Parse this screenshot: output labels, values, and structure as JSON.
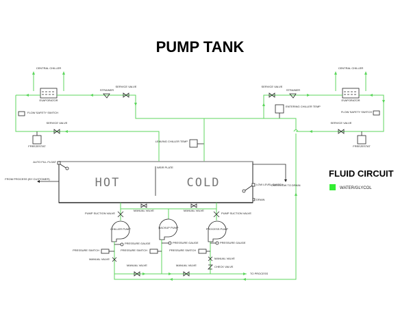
{
  "title": "PUMP TANK",
  "legend": {
    "title": "FLUID CIRCUIT",
    "items": [
      {
        "label": "WATER/GLYCOL",
        "color": "#33ee33"
      }
    ]
  },
  "colors": {
    "fluid_line": "#5cd65c",
    "line": "#222222"
  },
  "tank": {
    "hot_label": "HOT",
    "cold_label": "COLD",
    "weir_plate": "WEIR PLATE"
  },
  "left_chiller": {
    "chiller": "CENTRAL CHILLER",
    "evaporator": "EVAPORATOR",
    "strainer": "STRAINER",
    "service_valve_top": "SERVICE VALVE",
    "flow_switch": "FLOW SAFETY SWITCH",
    "service_valve_bottom": "SERVICE VALVE",
    "freezestat": "FREEZESTAT"
  },
  "right_chiller": {
    "chiller": "CENTRAL CHILLER",
    "evaporator": "EVAPORATOR",
    "strainer": "STRAINER",
    "service_valve_top": "SERVICE VALVE",
    "flow_switch": "FLOW SAFETY SWITCH",
    "service_valve_bottom": "SERVICE VALVE",
    "freezestat": "FREEZESTAT"
  },
  "sensors": {
    "entering_temp": "ENTERING CHILLER TEMP",
    "leaving_temp": "LEAVING CHILLER TEMP",
    "auto_fill": "AUTO FILL FLOAT",
    "low_level": "LOW LEVEL SWITCH",
    "drain": "DRAIN",
    "overflow": "OVERFLOW TO DRAIN",
    "from_process": "FROM PROCESS (BY CUSTOMER)"
  },
  "pumps": {
    "chiller": "CHILLER PUMP",
    "backup": "BACKUP PUMP",
    "process": "PROCESS PUMP",
    "suction_valve": "PUMP SUCTION VALVE",
    "manual_valve": "MANUAL VALVE",
    "pressure_gauge": "PRESSURE GAUGE",
    "pressure_switch": "PRESSURE SWITCH",
    "check_valve": "CHECK VALVE",
    "to_process": "TO PROCESS"
  }
}
